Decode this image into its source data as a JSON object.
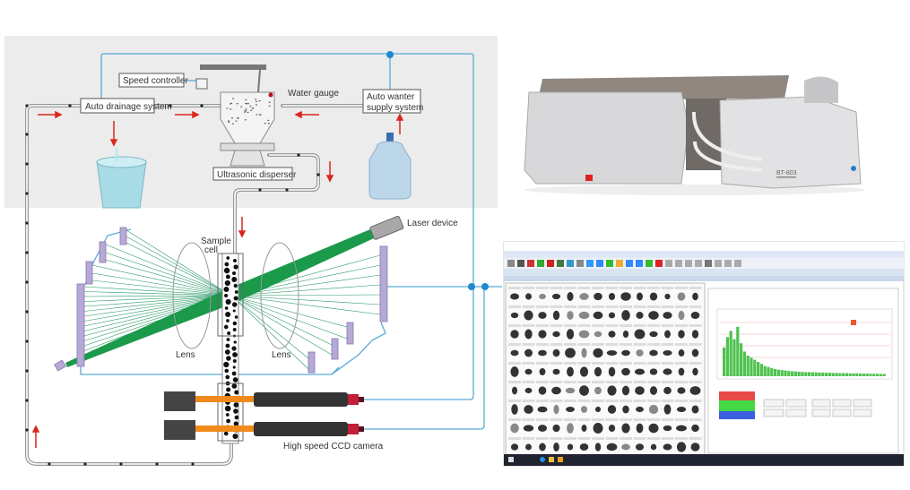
{
  "diagram": {
    "labels": {
      "speed_controller": "Speed controller",
      "auto_drainage": "Auto drainage system",
      "water_gauge": "Water gauge",
      "auto_water_supply_line1": "Auto wanter",
      "auto_water_supply_line2": "supply system",
      "ultrasonic_disperser": "Ultrasonic disperser",
      "laser_device": "Laser device",
      "sample_cell_line1": "Sample",
      "sample_cell_line2": "cell",
      "lens_left": "Lens",
      "lens_right": "Lens",
      "ccd_camera": "High speed CCD camera"
    },
    "colors": {
      "signal_line": "#5aaad8",
      "flow_arrow": "#d9261c",
      "laser_beam": "#1a9a4a",
      "detector": "#b7a9d6",
      "pipe": "#9a9a9a",
      "camera_light": "#f08a1c"
    }
  },
  "instrument_photo": {
    "model_label": "BT-803"
  },
  "software_screenshot": {
    "chart_colors": {
      "bars": "#4fc24f",
      "band_red": "#e84a4a",
      "band_green": "#43d943",
      "band_blue": "#3a5fe0"
    }
  }
}
